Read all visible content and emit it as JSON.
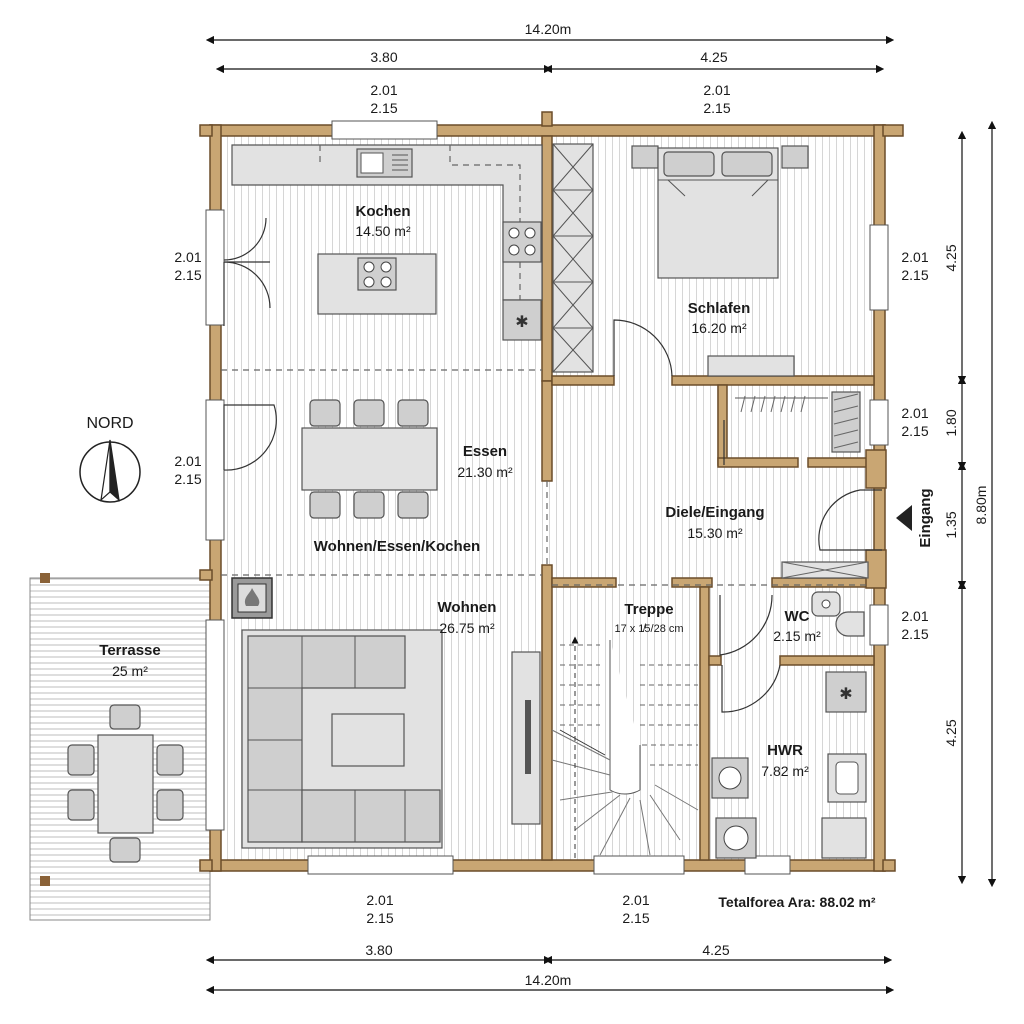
{
  "dimensions": {
    "total_width_top": "14.20m",
    "total_width_bottom": "14.20m",
    "top_left": "3.80",
    "top_right": "4.25",
    "bottom_left": "3.80",
    "bottom_right": "4.25",
    "right_total": "8.80m",
    "right_segments": [
      "4.25",
      "1.80",
      "1.35",
      "4.25"
    ]
  },
  "windows": [
    {
      "line1": "2.01",
      "line2": "2.15"
    },
    {
      "line1": "2.01",
      "line2": "2.15"
    },
    {
      "line1": "2.01",
      "line2": "2.15"
    },
    {
      "line1": "2.01",
      "line2": "2.15"
    },
    {
      "line1": "2.01",
      "line2": "2.15"
    },
    {
      "line1": "2.01",
      "line2": "2.15"
    },
    {
      "line1": "2.01",
      "line2": "2.15"
    },
    {
      "line1": "2.01",
      "line2": "2.15"
    },
    {
      "line1": "2.01",
      "line2": "2.15"
    }
  ],
  "rooms": {
    "kochen": {
      "name": "Kochen",
      "area": "14.50 m²"
    },
    "essen": {
      "name": "Essen",
      "area": "21.30 m²"
    },
    "combined": {
      "name": "Wohnen/Essen/Kochen"
    },
    "wohnen": {
      "name": "Wohnen",
      "area": "26.75 m²"
    },
    "schlafen": {
      "name": "Schlafen",
      "area": "16.20 m²"
    },
    "diele": {
      "name": "Diele/Eingang",
      "area": "15.30 m²"
    },
    "treppe": {
      "name": "Treppe",
      "spec": "17 x 1̸5/28 cm"
    },
    "wc": {
      "name": "WC",
      "area": "2.15 m²"
    },
    "hwr": {
      "name": "HWR",
      "area": "7.82 m²"
    },
    "terrasse": {
      "name": "Terrasse",
      "area": "25 m²"
    }
  },
  "entrance_label": "Eingang",
  "north_label": "NORD",
  "total_area": "Tetalforea Ara: 88.02 m²",
  "icons": [
    "north-arrow-icon",
    "entrance-arrow-icon",
    "sink-icon",
    "cooktop-icon",
    "washing-machine-icon",
    "fireplace-icon"
  ]
}
